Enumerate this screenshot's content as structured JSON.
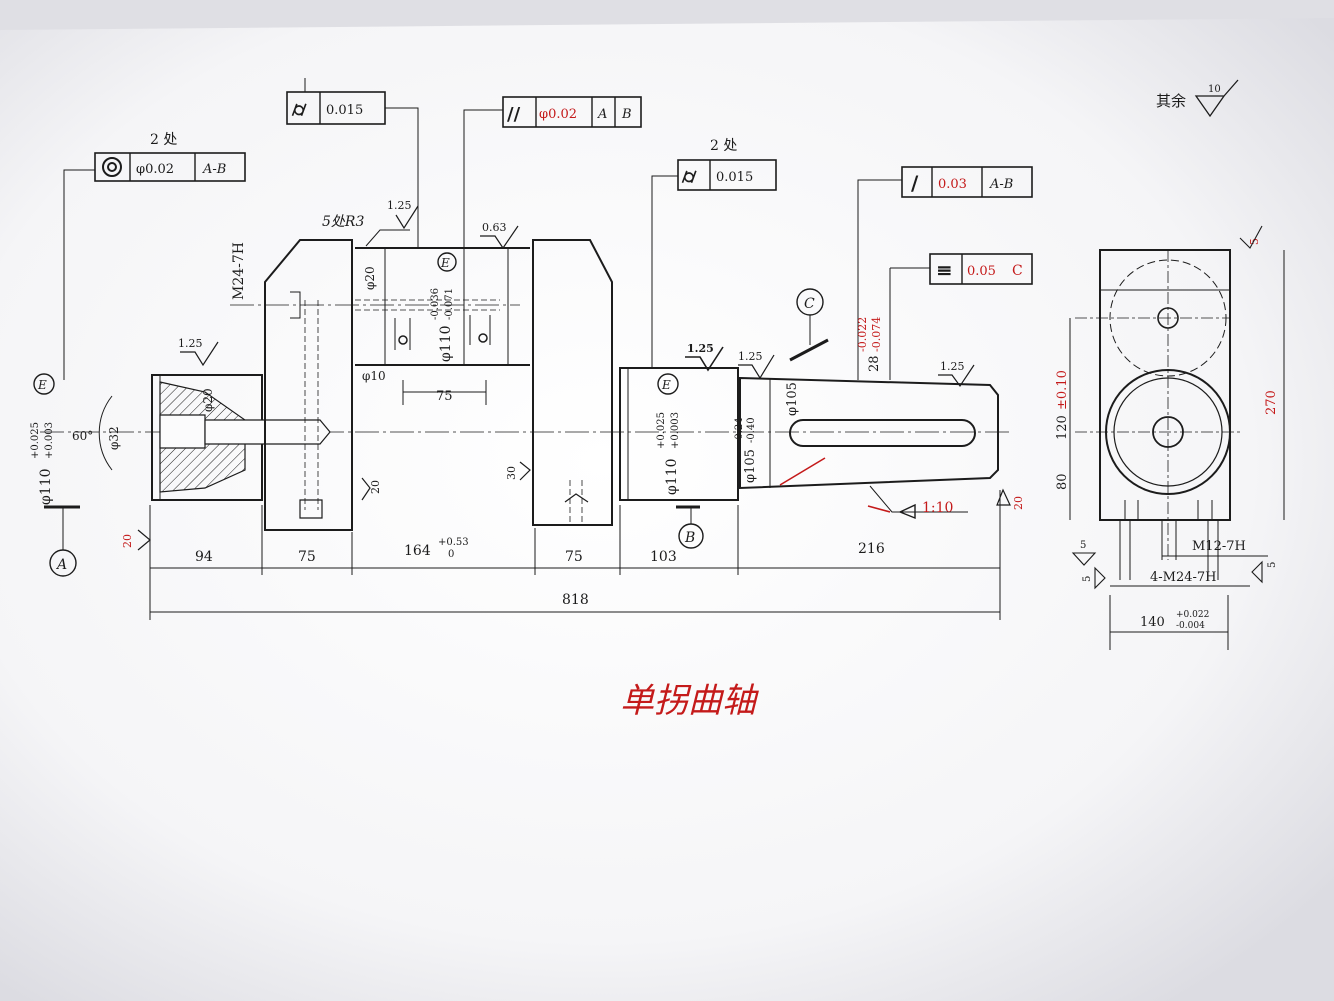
{
  "drawing": {
    "handwritten_title": "单拐曲轴",
    "roughness_other": {
      "label": "其余",
      "value": "10"
    },
    "gdt": {
      "runout_2places": {
        "count": "2 处",
        "symbol": "◎",
        "tol": "φ0.02",
        "datum": "A-B"
      },
      "cyl_left": {
        "symbol": "⌭",
        "tol": "0.015"
      },
      "parallel": {
        "symbol": "//",
        "tol": "φ0.02",
        "datum_a": "A",
        "datum_b": "B"
      },
      "cyl_right_2places": {
        "count": "2 处",
        "symbol": "⌭",
        "tol": "0.015"
      },
      "circular_runout": {
        "symbol": "/",
        "tol": "0.03",
        "datum": "A-B"
      },
      "symmetry": {
        "symbol": "≡",
        "tol": "0.05",
        "datum": "C"
      }
    },
    "labels": {
      "thread_left": "M24-7H",
      "fillet": "5处R3",
      "rough_1_25": "1.25",
      "rough_0_63": "0.63",
      "rough_20": "20",
      "rough_30": "30",
      "rough_5": "5",
      "dia20_top": "φ20",
      "dia20_left": "φ20",
      "dia10": "φ10",
      "dia32": "φ32",
      "angle60": "60°",
      "pin_dia": "φ110",
      "pin_tol_upper": "-0.036",
      "pin_tol_lower": "-0.071",
      "journal_left_dia": "φ110",
      "journal_tol_upper": "+0.025",
      "journal_tol_lower": "+0.003",
      "journal_right_dia": "φ110",
      "taper_dia": "φ105",
      "taper_tol_upper": "-0.24",
      "taper_tol_lower": "-0.40",
      "taper_small_dia": "φ105",
      "keyway": "28",
      "keyway_tol_upper": "-0.022",
      "keyway_tol_lower": "-0.074",
      "taper_ratio": "1:10",
      "dim_75_inner": "75",
      "datum_A": "A",
      "datum_B": "B",
      "datum_C": "C",
      "envelope_E": "E"
    },
    "dims": {
      "d94": "94",
      "d75a": "75",
      "d164": "164",
      "d164_upper": "+0.53",
      "d164_lower": "0",
      "d75b": "75",
      "d103": "103",
      "d216": "216",
      "d818": "818"
    },
    "side_view": {
      "d120": "120",
      "d120_tol": "±0.10",
      "d80": "80",
      "d270": "270",
      "thread_small": "M12-7H",
      "thread_4x": "4-M24-7H",
      "d140": "140",
      "d140_upper": "+0.022",
      "d140_lower": "-0.004"
    }
  }
}
